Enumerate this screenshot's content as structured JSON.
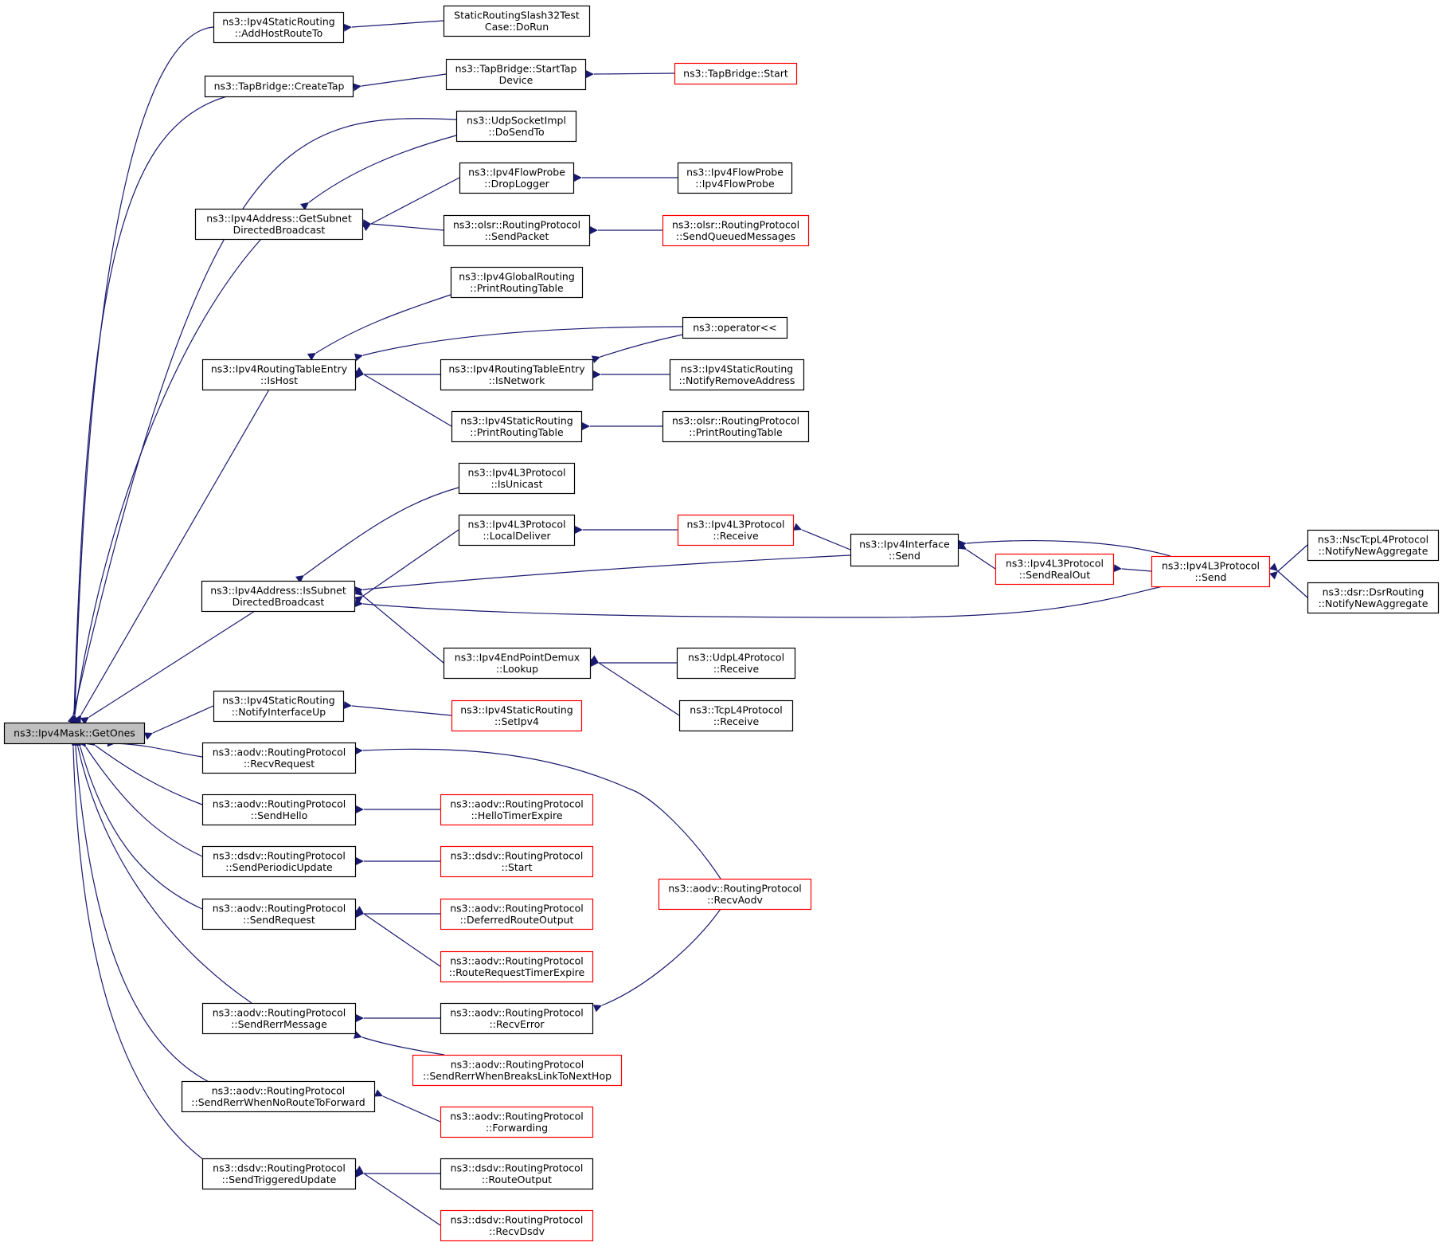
{
  "diagram": {
    "colors": {
      "edge": "#191970",
      "border_normal": "#000000",
      "border_truncated": "#ff0000",
      "root_fill": "#bfbfbf",
      "fill": "#ffffff"
    },
    "nodes": [
      {
        "id": "root",
        "lines": [
          "ns3::Ipv4Mask::GetOnes"
        ],
        "kind": "root"
      },
      {
        "id": "addHost",
        "lines": [
          "ns3::Ipv4StaticRouting",
          "::AddHostRouteTo"
        ],
        "kind": "normal"
      },
      {
        "id": "slash32",
        "lines": [
          "StaticRoutingSlash32Test",
          "Case::DoRun"
        ],
        "kind": "normal"
      },
      {
        "id": "createTap",
        "lines": [
          "ns3::TapBridge::CreateTap"
        ],
        "kind": "normal"
      },
      {
        "id": "startTap",
        "lines": [
          "ns3::TapBridge::StartTap",
          "Device"
        ],
        "kind": "normal"
      },
      {
        "id": "tapStart",
        "lines": [
          "ns3::TapBridge::Start"
        ],
        "kind": "truncated"
      },
      {
        "id": "udpDoSend",
        "lines": [
          "ns3::UdpSocketImpl",
          "::DoSendTo"
        ],
        "kind": "normal"
      },
      {
        "id": "getSubnet",
        "lines": [
          "ns3::Ipv4Address::GetSubnet",
          "DirectedBroadcast"
        ],
        "kind": "normal"
      },
      {
        "id": "dropLogger",
        "lines": [
          "ns3::Ipv4FlowProbe",
          "::DropLogger"
        ],
        "kind": "normal"
      },
      {
        "id": "flowProbe",
        "lines": [
          "ns3::Ipv4FlowProbe",
          "::Ipv4FlowProbe"
        ],
        "kind": "normal"
      },
      {
        "id": "olsrSendPacket",
        "lines": [
          "ns3::olsr::RoutingProtocol",
          "::SendPacket"
        ],
        "kind": "normal"
      },
      {
        "id": "olsrQueued",
        "lines": [
          "ns3::olsr::RoutingProtocol",
          "::SendQueuedMessages"
        ],
        "kind": "truncated"
      },
      {
        "id": "globalPrint",
        "lines": [
          "ns3::Ipv4GlobalRouting",
          "::PrintRoutingTable"
        ],
        "kind": "normal"
      },
      {
        "id": "operatorOut",
        "lines": [
          "ns3::operator<<"
        ],
        "kind": "normal"
      },
      {
        "id": "isHost",
        "lines": [
          "ns3::Ipv4RoutingTableEntry",
          "::IsHost"
        ],
        "kind": "normal"
      },
      {
        "id": "isNetwork",
        "lines": [
          "ns3::Ipv4RoutingTableEntry",
          "::IsNetwork"
        ],
        "kind": "normal"
      },
      {
        "id": "notifyRemove",
        "lines": [
          "ns3::Ipv4StaticRouting",
          "::NotifyRemoveAddress"
        ],
        "kind": "normal"
      },
      {
        "id": "staticPrint",
        "lines": [
          "ns3::Ipv4StaticRouting",
          "::PrintRoutingTable"
        ],
        "kind": "normal"
      },
      {
        "id": "olsrPrint",
        "lines": [
          "ns3::olsr::RoutingProtocol",
          "::PrintRoutingTable"
        ],
        "kind": "normal"
      },
      {
        "id": "isUnicast",
        "lines": [
          "ns3::Ipv4L3Protocol",
          "::IsUnicast"
        ],
        "kind": "normal"
      },
      {
        "id": "localDeliver",
        "lines": [
          "ns3::Ipv4L3Protocol",
          "::LocalDeliver"
        ],
        "kind": "normal"
      },
      {
        "id": "l3Receive",
        "lines": [
          "ns3::Ipv4L3Protocol",
          "::Receive"
        ],
        "kind": "truncated"
      },
      {
        "id": "ifaceSend",
        "lines": [
          "ns3::Ipv4Interface",
          "::Send"
        ],
        "kind": "normal"
      },
      {
        "id": "sendRealOut",
        "lines": [
          "ns3::Ipv4L3Protocol",
          "::SendRealOut"
        ],
        "kind": "truncated"
      },
      {
        "id": "l3Send",
        "lines": [
          "ns3::Ipv4L3Protocol",
          "::Send"
        ],
        "kind": "truncated"
      },
      {
        "id": "nscNotify",
        "lines": [
          "ns3::NscTcpL4Protocol",
          "::NotifyNewAggregate"
        ],
        "kind": "normal"
      },
      {
        "id": "dsrNotify",
        "lines": [
          "ns3::dsr::DsrRouting",
          "::NotifyNewAggregate"
        ],
        "kind": "normal"
      },
      {
        "id": "isSubnet",
        "lines": [
          "ns3::Ipv4Address::IsSubnet",
          "DirectedBroadcast"
        ],
        "kind": "normal"
      },
      {
        "id": "demuxLookup",
        "lines": [
          "ns3::Ipv4EndPointDemux",
          "::Lookup"
        ],
        "kind": "normal"
      },
      {
        "id": "udpReceive",
        "lines": [
          "ns3::UdpL4Protocol",
          "::Receive"
        ],
        "kind": "normal"
      },
      {
        "id": "tcpReceive",
        "lines": [
          "ns3::TcpL4Protocol",
          "::Receive"
        ],
        "kind": "normal"
      },
      {
        "id": "notifyIfUp",
        "lines": [
          "ns3::Ipv4StaticRouting",
          "::NotifyInterfaceUp"
        ],
        "kind": "normal"
      },
      {
        "id": "setIpv4",
        "lines": [
          "ns3::Ipv4StaticRouting",
          "::SetIpv4"
        ],
        "kind": "truncated"
      },
      {
        "id": "aodvRecvReq",
        "lines": [
          "ns3::aodv::RoutingProtocol",
          "::RecvRequest"
        ],
        "kind": "normal"
      },
      {
        "id": "aodvSendHello",
        "lines": [
          "ns3::aodv::RoutingProtocol",
          "::SendHello"
        ],
        "kind": "normal"
      },
      {
        "id": "aodvHelloTimer",
        "lines": [
          "ns3::aodv::RoutingProtocol",
          "::HelloTimerExpire"
        ],
        "kind": "truncated"
      },
      {
        "id": "dsdvPeriodic",
        "lines": [
          "ns3::dsdv::RoutingProtocol",
          "::SendPeriodicUpdate"
        ],
        "kind": "normal"
      },
      {
        "id": "dsdvStart",
        "lines": [
          "ns3::dsdv::RoutingProtocol",
          "::Start"
        ],
        "kind": "truncated"
      },
      {
        "id": "aodvRecvAodv",
        "lines": [
          "ns3::aodv::RoutingProtocol",
          "::RecvAodv"
        ],
        "kind": "truncated"
      },
      {
        "id": "aodvSendReq",
        "lines": [
          "ns3::aodv::RoutingProtocol",
          "::SendRequest"
        ],
        "kind": "normal"
      },
      {
        "id": "aodvDeferred",
        "lines": [
          "ns3::aodv::RoutingProtocol",
          "::DeferredRouteOutput"
        ],
        "kind": "truncated"
      },
      {
        "id": "aodvRouteReqTimer",
        "lines": [
          "ns3::aodv::RoutingProtocol",
          "::RouteRequestTimerExpire"
        ],
        "kind": "truncated"
      },
      {
        "id": "aodvSendRerr",
        "lines": [
          "ns3::aodv::RoutingProtocol",
          "::SendRerrMessage"
        ],
        "kind": "normal"
      },
      {
        "id": "aodvRecvError",
        "lines": [
          "ns3::aodv::RoutingProtocol",
          "::RecvError"
        ],
        "kind": "normal"
      },
      {
        "id": "aodvRerrBreaks",
        "lines": [
          "ns3::aodv::RoutingProtocol",
          "::SendRerrWhenBreaksLinkToNextHop"
        ],
        "kind": "truncated"
      },
      {
        "id": "aodvRerrNoRoute",
        "lines": [
          "ns3::aodv::RoutingProtocol",
          "::SendRerrWhenNoRouteToForward"
        ],
        "kind": "normal"
      },
      {
        "id": "aodvForwarding",
        "lines": [
          "ns3::aodv::RoutingProtocol",
          "::Forwarding"
        ],
        "kind": "truncated"
      },
      {
        "id": "dsdvTriggered",
        "lines": [
          "ns3::dsdv::RoutingProtocol",
          "::SendTriggeredUpdate"
        ],
        "kind": "normal"
      },
      {
        "id": "dsdvRouteOutput",
        "lines": [
          "ns3::dsdv::RoutingProtocol",
          "::RouteOutput"
        ],
        "kind": "normal"
      },
      {
        "id": "dsdvRecv",
        "lines": [
          "ns3::dsdv::RoutingProtocol",
          "::RecvDsdv"
        ],
        "kind": "truncated"
      }
    ],
    "edges": [
      {
        "from": "root",
        "to": "addHost"
      },
      {
        "from": "root",
        "to": "createTap"
      },
      {
        "from": "root",
        "to": "udpDoSend"
      },
      {
        "from": "root",
        "to": "getSubnet"
      },
      {
        "from": "root",
        "to": "isHost"
      },
      {
        "from": "root",
        "to": "isSubnet"
      },
      {
        "from": "root",
        "to": "notifyIfUp"
      },
      {
        "from": "root",
        "to": "aodvRecvReq"
      },
      {
        "from": "root",
        "to": "aodvSendHello"
      },
      {
        "from": "root",
        "to": "dsdvPeriodic"
      },
      {
        "from": "root",
        "to": "aodvSendReq"
      },
      {
        "from": "root",
        "to": "aodvSendRerr"
      },
      {
        "from": "root",
        "to": "aodvRerrNoRoute"
      },
      {
        "from": "root",
        "to": "dsdvTriggered"
      },
      {
        "from": "addHost",
        "to": "slash32"
      },
      {
        "from": "createTap",
        "to": "startTap"
      },
      {
        "from": "startTap",
        "to": "tapStart"
      },
      {
        "from": "getSubnet",
        "to": "udpDoSend"
      },
      {
        "from": "getSubnet",
        "to": "dropLogger"
      },
      {
        "from": "getSubnet",
        "to": "olsrSendPacket"
      },
      {
        "from": "dropLogger",
        "to": "flowProbe"
      },
      {
        "from": "olsrSendPacket",
        "to": "olsrQueued"
      },
      {
        "from": "isHost",
        "to": "globalPrint"
      },
      {
        "from": "isHost",
        "to": "operatorOut"
      },
      {
        "from": "isHost",
        "to": "isNetwork"
      },
      {
        "from": "isHost",
        "to": "staticPrint"
      },
      {
        "from": "isNetwork",
        "to": "operatorOut"
      },
      {
        "from": "isNetwork",
        "to": "notifyRemove"
      },
      {
        "from": "staticPrint",
        "to": "olsrPrint"
      },
      {
        "from": "isSubnet",
        "to": "isUnicast"
      },
      {
        "from": "isSubnet",
        "to": "localDeliver"
      },
      {
        "from": "isSubnet",
        "to": "ifaceSend"
      },
      {
        "from": "isSubnet",
        "to": "l3Send"
      },
      {
        "from": "isSubnet",
        "to": "demuxLookup"
      },
      {
        "from": "localDeliver",
        "to": "l3Receive"
      },
      {
        "from": "l3Receive",
        "to": "ifaceSend"
      },
      {
        "from": "ifaceSend",
        "to": "l3Send"
      },
      {
        "from": "ifaceSend",
        "to": "sendRealOut"
      },
      {
        "from": "sendRealOut",
        "to": "l3Send"
      },
      {
        "from": "l3Send",
        "to": "nscNotify"
      },
      {
        "from": "l3Send",
        "to": "dsrNotify"
      },
      {
        "from": "demuxLookup",
        "to": "udpReceive"
      },
      {
        "from": "demuxLookup",
        "to": "tcpReceive"
      },
      {
        "from": "notifyIfUp",
        "to": "setIpv4"
      },
      {
        "from": "aodvRecvReq",
        "to": "aodvRecvAodv"
      },
      {
        "from": "aodvSendHello",
        "to": "aodvHelloTimer"
      },
      {
        "from": "dsdvPeriodic",
        "to": "dsdvStart"
      },
      {
        "from": "aodvSendReq",
        "to": "aodvDeferred"
      },
      {
        "from": "aodvSendReq",
        "to": "aodvRouteReqTimer"
      },
      {
        "from": "aodvSendRerr",
        "to": "aodvRecvError"
      },
      {
        "from": "aodvSendRerr",
        "to": "aodvRerrBreaks"
      },
      {
        "from": "aodvRecvError",
        "to": "aodvRecvAodv"
      },
      {
        "from": "aodvRerrNoRoute",
        "to": "aodvForwarding"
      },
      {
        "from": "dsdvTriggered",
        "to": "dsdvRouteOutput"
      },
      {
        "from": "dsdvTriggered",
        "to": "dsdvRecv"
      }
    ]
  }
}
